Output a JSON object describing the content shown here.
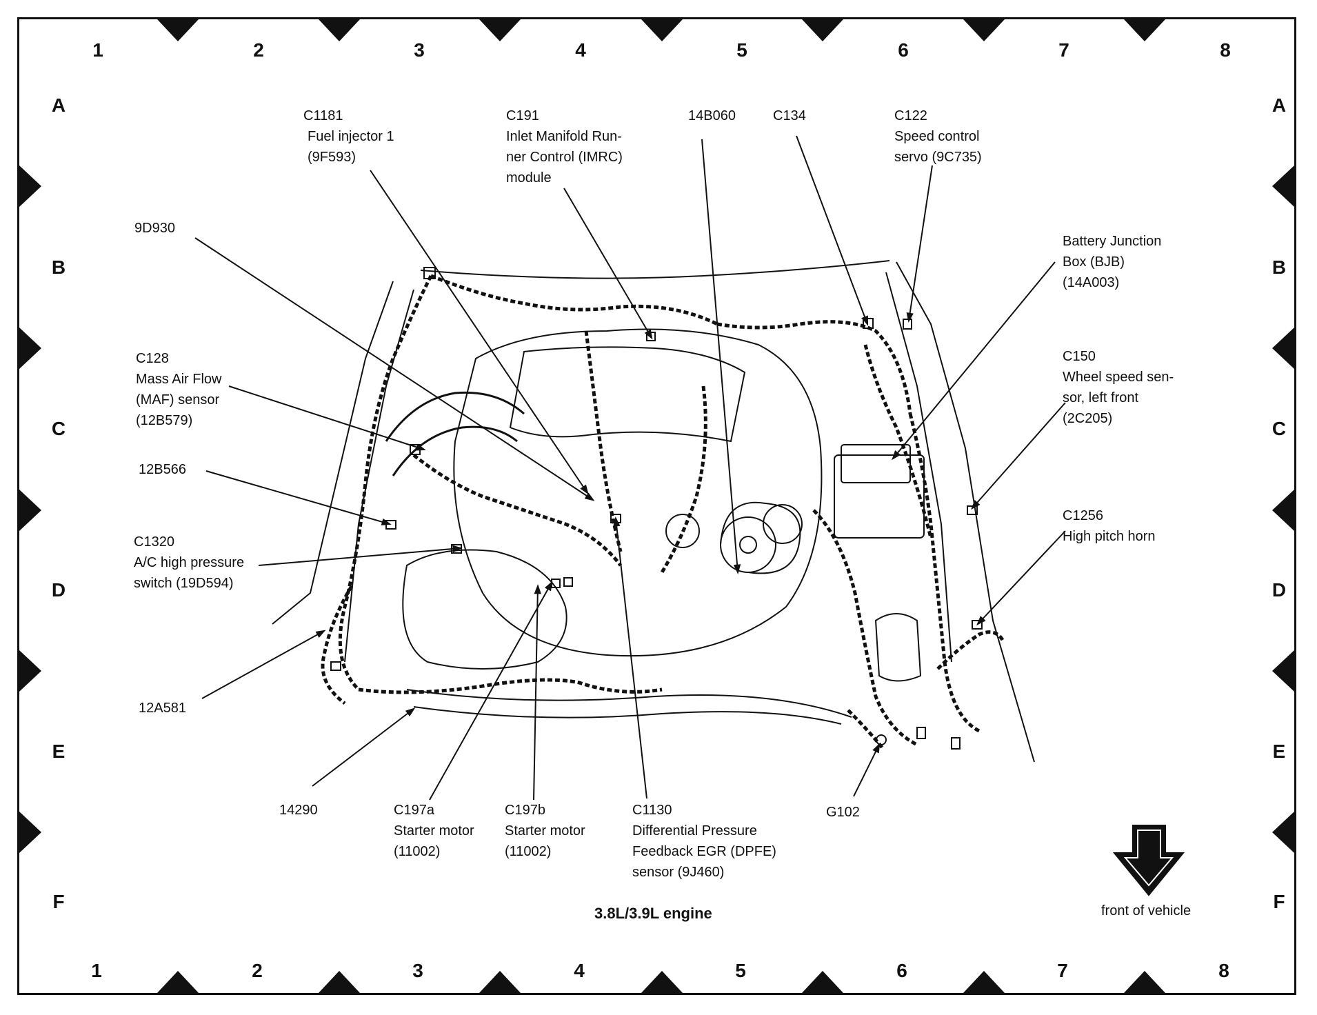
{
  "grid": {
    "columns": [
      "1",
      "2",
      "3",
      "4",
      "5",
      "6",
      "7",
      "8"
    ],
    "rows": [
      "A",
      "B",
      "C",
      "D",
      "E",
      "F"
    ]
  },
  "labels": {
    "c1181": [
      "C1181",
      "Fuel injector 1",
      "(9F593)"
    ],
    "c191": [
      "C191",
      "Inlet Manifold Run-",
      "ner Control (IMRC)",
      "module"
    ],
    "p14b060": [
      "14B060"
    ],
    "c134": [
      "C134"
    ],
    "c122": [
      "C122",
      "Speed control",
      "servo (9C735)"
    ],
    "p9d930": [
      "9D930"
    ],
    "bjb": [
      "Battery Junction",
      "Box (BJB)",
      "(14A003)"
    ],
    "c128": [
      "C128",
      "Mass Air Flow",
      "(MAF) sensor",
      "(12B579)"
    ],
    "c150": [
      "C150",
      "Wheel speed sen-",
      "sor, left front",
      "(2C205)"
    ],
    "p12b566": [
      "12B566"
    ],
    "c1256": [
      "C1256",
      "High pitch horn"
    ],
    "c1320": [
      "C1320",
      "A/C high pressure",
      "switch (19D594)"
    ],
    "p12a581": [
      "12A581"
    ],
    "p14290": [
      "14290"
    ],
    "c197a": [
      "C197a",
      "Starter motor",
      "(11002)"
    ],
    "c197b": [
      "C197b",
      "Starter motor",
      "(11002)"
    ],
    "c1130": [
      "C1130",
      "Differential Pressure",
      "Feedback EGR (DPFE)",
      "sensor (9J460)"
    ],
    "g102": [
      "G102"
    ]
  },
  "caption": "3.8L/3.9L engine",
  "front_label": "front of vehicle",
  "colors": {
    "ink": "#111111",
    "background": "#ffffff"
  }
}
